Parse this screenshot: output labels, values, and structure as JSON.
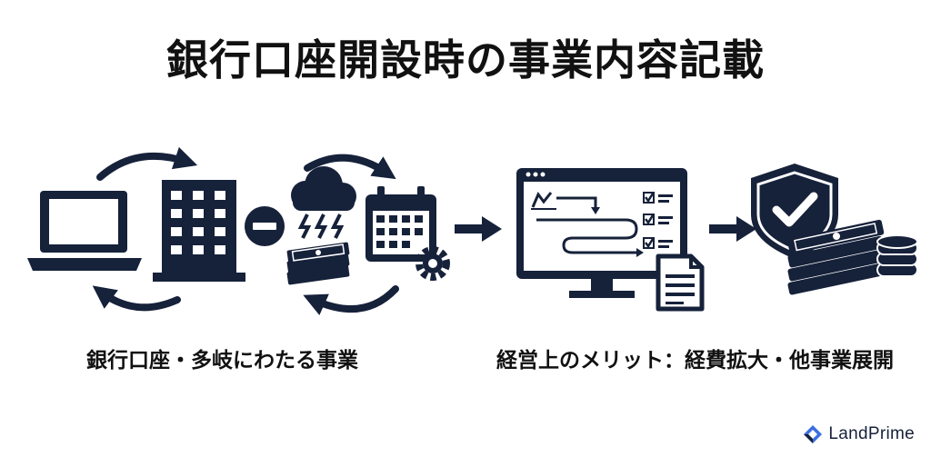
{
  "title": "銀行口座開設時の事業内容記載",
  "captions": {
    "left": "銀行口座・多岐にわたる事業",
    "right": "経営上のメリット：経費拡大・他事業展開"
  },
  "icons": {
    "laptop": "laptop-icon",
    "building": "building-icon",
    "minus": "minus-circle-icon",
    "cloud": "storm-cloud-icon",
    "money": "cash-stack-icon",
    "calendar": "calendar-icon",
    "gear": "gear-icon",
    "monitor": "monitor-checklist-icon",
    "document": "document-icon",
    "shield": "shield-check-icon",
    "coins": "coin-stack-icon"
  },
  "colors": {
    "navy": "#16213a",
    "logo_blue": "#3b6fe0"
  },
  "brand": {
    "name": "LandPrime"
  }
}
